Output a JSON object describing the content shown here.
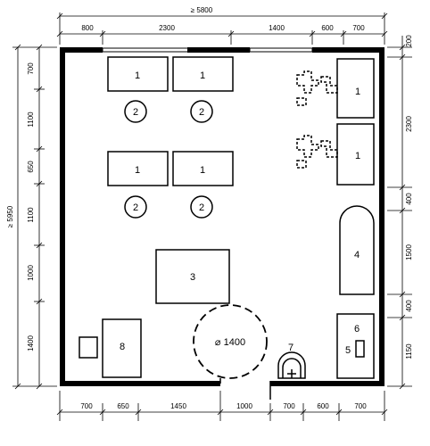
{
  "dimensions": {
    "top_overall": "≥ 5800",
    "top": [
      "800",
      "2300",
      "1400",
      "600",
      "700"
    ],
    "bottom": [
      "700",
      "650",
      "1450",
      "1000",
      "700",
      "600",
      "700"
    ],
    "left_overall": "≥ 5950",
    "left": [
      "700",
      "1100",
      "650",
      "1100",
      "1000",
      "1400"
    ],
    "right": [
      "200",
      "2300",
      "400",
      "1500",
      "400",
      "1150"
    ]
  },
  "items": {
    "table_1a": "1",
    "table_1b": "1",
    "table_1c": "1",
    "table_1d": "1",
    "table_1e": "1",
    "table_1f": "1",
    "stool_2a": "2",
    "stool_2b": "2",
    "stool_2c": "2",
    "stool_2d": "2",
    "table_3": "3",
    "item_4": "4",
    "item_5": "5",
    "item_6": "6",
    "item_7": "7",
    "desk_8": "8",
    "turning_circle": "⌀ 1400"
  }
}
